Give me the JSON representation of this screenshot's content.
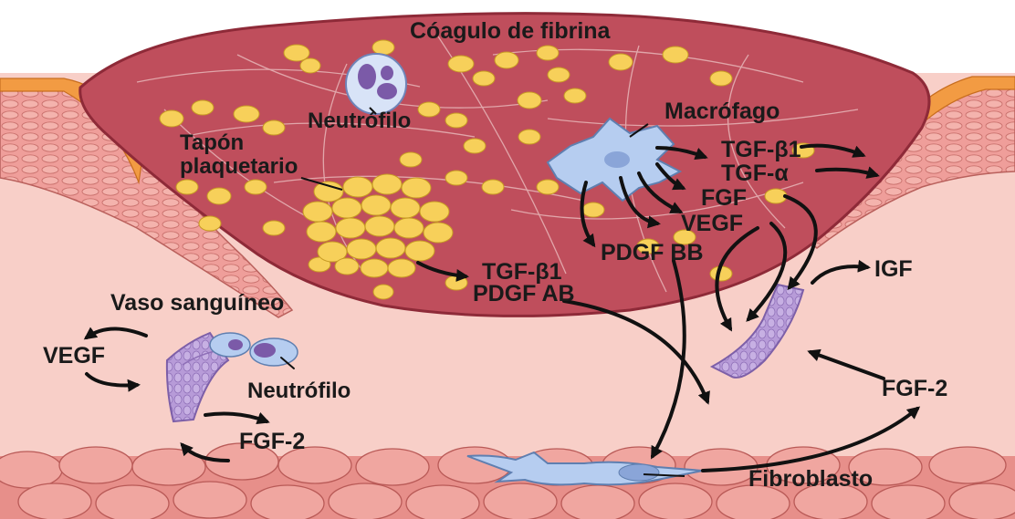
{
  "labels": {
    "clot": "Cóagulo de fibrina",
    "neutrophil_top": "Neutrófilo",
    "macrophage": "Macrófago",
    "platelet_plug_line1": "Tapón",
    "platelet_plug_line2": "plaquetario",
    "tgf_b1_macro": "TGF-β1",
    "tgf_alpha": "TGF-α",
    "fgf": "FGF",
    "vegf_macro": "VEGF",
    "pdgf_bb": "PDGF BB",
    "tgf_b1_plug": "TGF-β1",
    "pdgf_ab": "PDGF AB",
    "igf": "IGF",
    "blood_vessel": "Vaso sanguíneo",
    "vegf_vessel": "VEGF",
    "neutrophil_vessel": "Neutrófilo",
    "fgf2_vessel": "FGF-2",
    "fgf2_right": "FGF-2",
    "fibroblast": "Fibroblasto"
  },
  "colors": {
    "clot": "#bf4e5c",
    "clot_edge": "#8e2a38",
    "tissue": "#f8cfc8",
    "epidermis": "#ef9e9a",
    "platelet": "#f7d05a",
    "cell_blue": "#b6cdf0",
    "vessel": "#b79bd8",
    "arrow": "#111111"
  }
}
